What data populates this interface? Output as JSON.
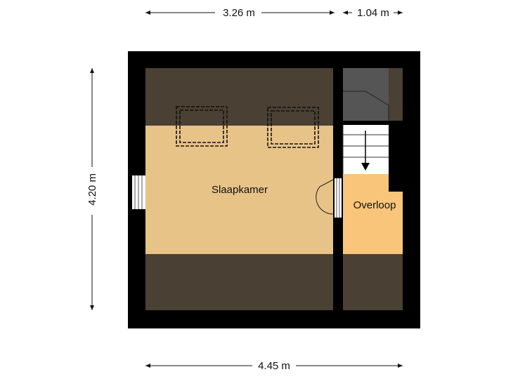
{
  "dimensions": {
    "top_left": "3.26 m",
    "top_right": "1.04 m",
    "left": "4.20 m",
    "bottom": "4.45 m"
  },
  "rooms": {
    "slaapkamer": "Slaapkamer",
    "overloop": "Overloop"
  },
  "colors": {
    "wall": "#000000",
    "slaapkamer_floor": "#e8c388",
    "overloop_floor": "#f9c57a",
    "low_ceiling_zone": "#4a4033",
    "stair_void": "#555555",
    "stairs": "#ffffff"
  },
  "icons": {
    "skylight": "skylight-icon",
    "stair_arrow": "stair-direction-arrow-icon",
    "door": "door-swing-icon",
    "window": "window-icon"
  }
}
